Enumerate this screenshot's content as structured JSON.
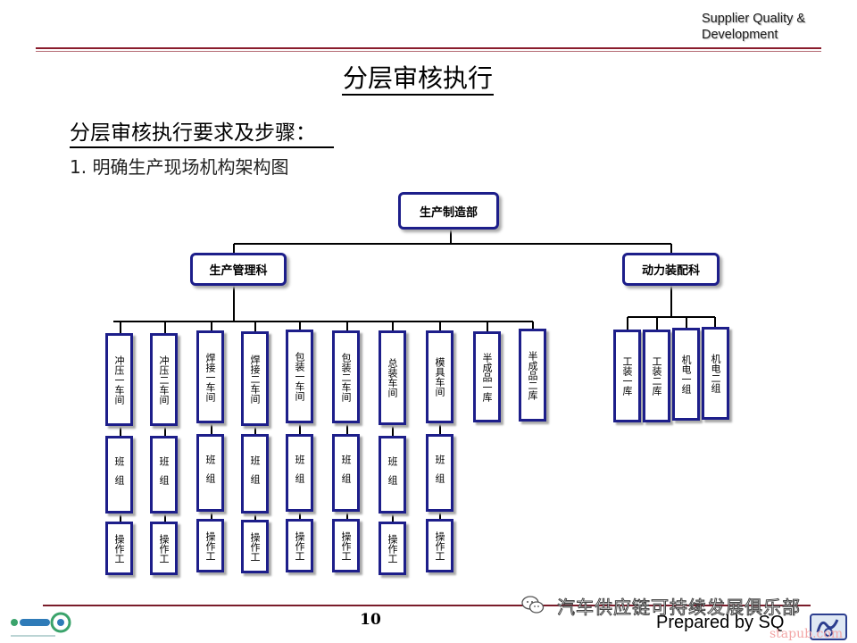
{
  "header": {
    "corner_line1": "Supplier  Quality  &",
    "corner_line2": "Development",
    "title": "分层审核执行",
    "subtitle": "分层审核执行要求及步骤：",
    "step1": "1. 明确生产现场机构架构图"
  },
  "org": {
    "root": "生产制造部",
    "dept_left": "生产管理科",
    "dept_right": "动力装配科",
    "workshops": [
      "冲压一车间",
      "冲压二车间",
      "焊接一车间",
      "焊接二车间",
      "包装一车间",
      "包装二车间",
      "总装车间",
      "模具车间"
    ],
    "warehouses_left": [
      "半成品一库",
      "半成品二库"
    ],
    "right_units": [
      "工装一库",
      "工装二库",
      "机电一组",
      "机电二组"
    ],
    "team_label": "班组",
    "operator_label": "操作工"
  },
  "footer": {
    "page_number": "10",
    "prepared_by": "Prepared by SQ",
    "watermark": "汽车供应链可持续发展俱乐部",
    "site": "stapub.com"
  },
  "colors": {
    "box_border": "#1d1e8a",
    "rule": "#8a1c2c"
  }
}
